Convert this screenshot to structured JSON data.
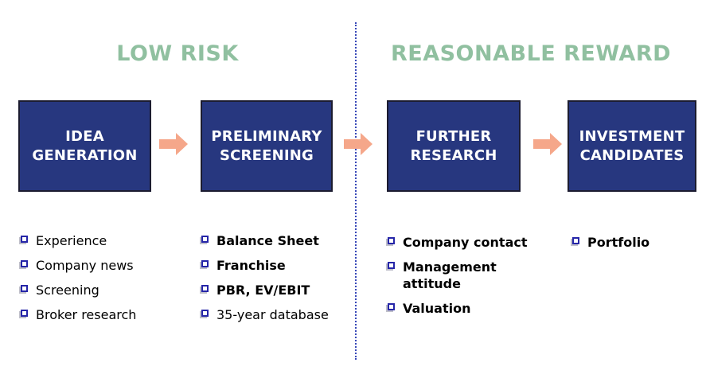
{
  "sections": [
    {
      "title": "LOW RISK"
    },
    {
      "title": "REASONABLE REWARD"
    }
  ],
  "stages": [
    {
      "line1": "IDEA",
      "line2": "GENERATION",
      "items": [
        {
          "text": "Experience"
        },
        {
          "text": "Company news"
        },
        {
          "text": "Screening"
        },
        {
          "text": "Broker research"
        }
      ]
    },
    {
      "line1": "PRELIMINARY",
      "line2": "SCREENING",
      "items": [
        {
          "text": "Balance Sheet"
        },
        {
          "text": "Franchise"
        },
        {
          "text": "PBR, EV/EBIT"
        },
        {
          "text": "35-year database"
        }
      ]
    },
    {
      "line1": "FURTHER",
      "line2": "RESEARCH",
      "items": [
        {
          "text": "Company contact"
        },
        {
          "text": "Management attitude"
        },
        {
          "text": "Valuation"
        }
      ]
    },
    {
      "line1": "INVESTMENT",
      "line2": "CANDIDATES",
      "items": [
        {
          "text": "Portfolio"
        }
      ]
    }
  ],
  "colors": {
    "box-blue": "#27377f",
    "box-border": "#1c1c30",
    "arrow-salmon": "#f5a78a",
    "header-green": "#90c0a0",
    "bullet-blue": "#2525a8",
    "divider-blue": "#3848b8",
    "text-black": "#000000",
    "box-text": "#ffffff"
  }
}
